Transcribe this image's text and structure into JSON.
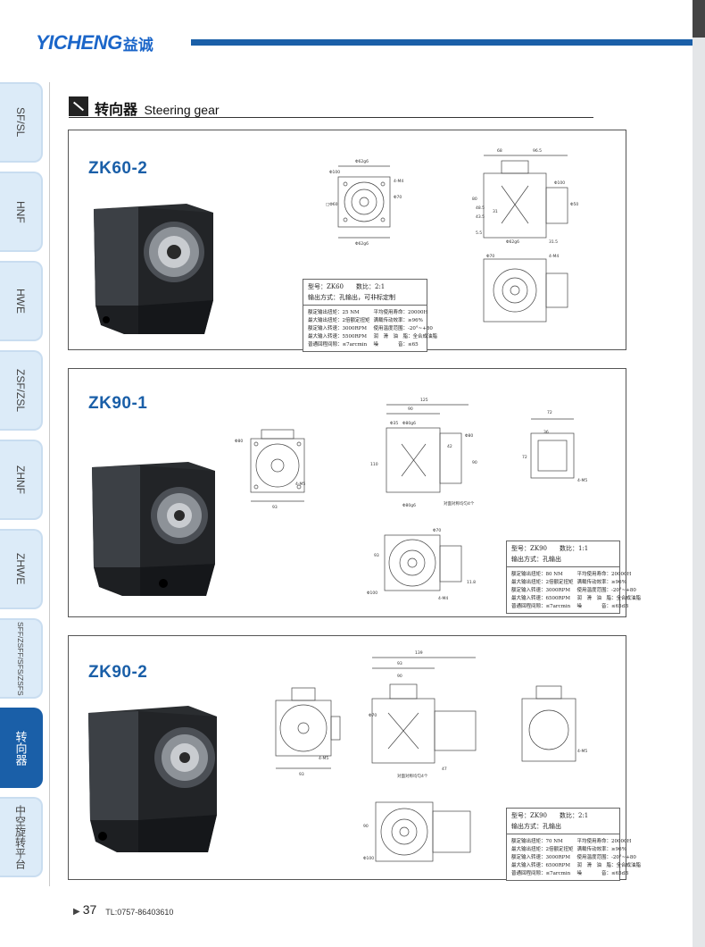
{
  "header": {
    "logo_latin": "YICHENG",
    "logo_cjk": "益诚",
    "colors": {
      "brand_blue": "#1b66c9",
      "bar_blue": "#1a5fa8"
    }
  },
  "sidebar": {
    "tabs": [
      {
        "label": "SF/SL",
        "active": false
      },
      {
        "label": "HNF",
        "active": false
      },
      {
        "label": "HWE",
        "active": false
      },
      {
        "label": "ZSF/ZSL",
        "active": false
      },
      {
        "label": "ZHNF",
        "active": false
      },
      {
        "label": "ZHWE",
        "active": false
      },
      {
        "label": "SFF/ZSFF/SFS/ZSFS",
        "active": false
      },
      {
        "label": "转向器",
        "active": true
      },
      {
        "label": "中空旋转平台",
        "active": false
      }
    ]
  },
  "section": {
    "title_cn": "转向器",
    "title_en": "Steering gear"
  },
  "products": [
    {
      "model": "ZK60-2",
      "spec": {
        "line1": "型号：ZK60　　数比：2:1",
        "line2": "输出方式：孔输出，可非标定制",
        "rows": [
          [
            "额定输出扭矩：25 NM",
            "平均使用寿命：20000H"
          ],
          [
            "最大输出扭矩：2倍额定扭矩",
            "满载传动效率：≥96%"
          ],
          [
            "额定输入转速：3000RPM",
            "使用温度范围：-20°~+80"
          ],
          [
            "最大输入转速：5500RPM",
            "润　滑　油　脂：全合成油脂"
          ],
          [
            "普通回程间隙：≤7arcmin",
            "噪　　　　音：≤65"
          ]
        ]
      },
      "dims": [
        "Φ62g6",
        "Φ100",
        "4-M4",
        "Φ70",
        "□Φ60",
        "Φ62g6",
        "68",
        "96.5",
        "Φ100",
        "Φ62g6",
        "Φ50",
        "80",
        "48.5",
        "43.5",
        "31",
        "5.5",
        "31.5",
        "Φ70",
        "4-M4"
      ]
    },
    {
      "model": "ZK90-1",
      "spec": {
        "line1": "型号：ZK90　　数比：1:1",
        "line2": "输出方式：孔输出",
        "rows": [
          [
            "额定输出扭矩：80 NM",
            "平均使用寿命：20000H"
          ],
          [
            "最大输出扭矩：2倍额定扭矩",
            "满载传动效率：≥96%"
          ],
          [
            "额定输入转速：3000RPM",
            "使用温度范围：-20°~+80"
          ],
          [
            "最大输入转速：6500RPM",
            "润　滑　油　脂：全合成油脂"
          ],
          [
            "普通回程间隙：≤7arcmin",
            "噪　　　　音：≤65dB"
          ]
        ]
      },
      "dims": [
        "Φ80",
        "93",
        "4-M5",
        "125",
        "90",
        "Φ80g6",
        "Φ35",
        "Φ80",
        "42",
        "110",
        "90",
        "Φ80g6",
        "对面对称均匀4个",
        "72",
        "36",
        "72",
        "4-M5",
        "93",
        "Φ100",
        "Φ70",
        "4-M4",
        "11.8"
      ]
    },
    {
      "model": "ZK90-2",
      "spec": {
        "line1": "型号：ZK90　　数比：2:1",
        "line2": "输出方式：孔输出",
        "rows": [
          [
            "额定输出扭矩：70 NM",
            "平均使用寿命：20000H"
          ],
          [
            "最大输出扭矩：2倍额定扭矩",
            "满载传动效率：≥96%"
          ],
          [
            "额定输入转速：3000RPM",
            "使用温度范围：-20°~+80"
          ],
          [
            "最大输入转速：6500RPM",
            "润　滑　油　脂：全合成油脂"
          ],
          [
            "普通回程间隙：≤7arcmin",
            "噪　　　　音：≤65dB"
          ]
        ]
      },
      "dims": [
        "139",
        "93",
        "90",
        "Φ70",
        "47",
        "对面对称均匀4个",
        "4-M5",
        "4-M5",
        "93",
        "90",
        "Φ100"
      ]
    }
  ],
  "footer": {
    "page_number": "37",
    "tel": "TL:0757-86403610"
  }
}
